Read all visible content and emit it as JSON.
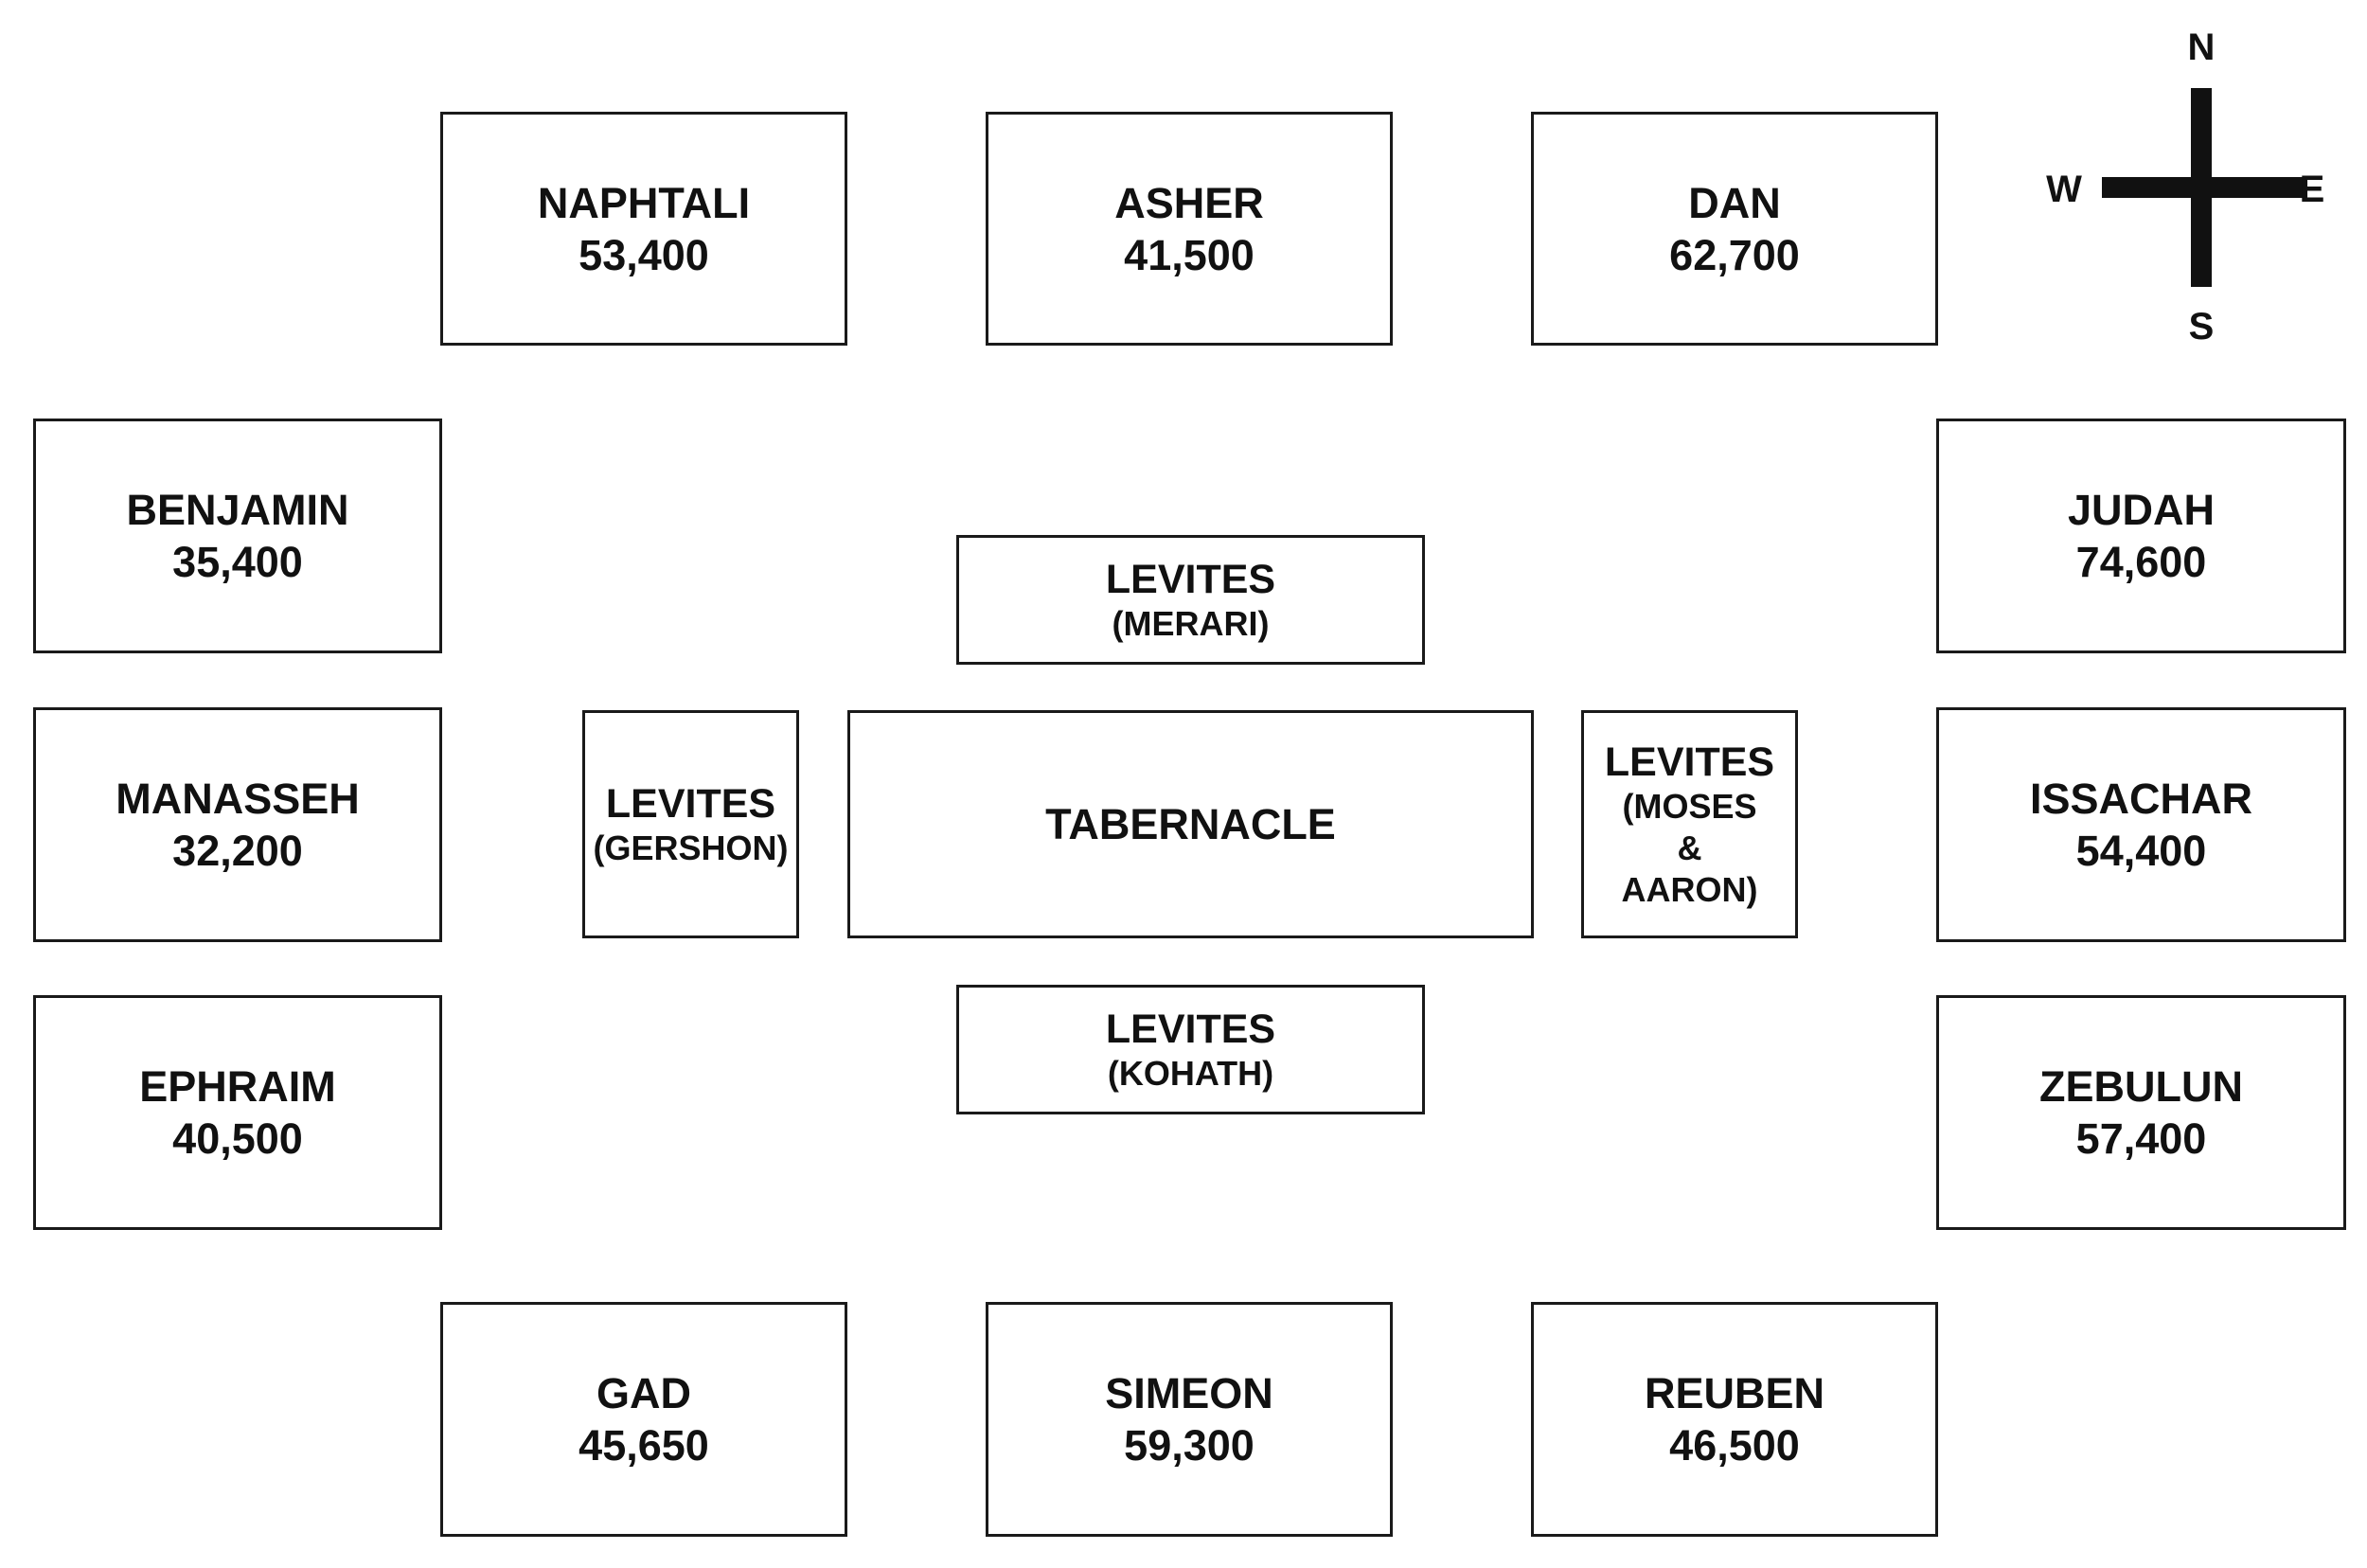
{
  "tribes": {
    "naphtali": {
      "name": "NAPHTALI",
      "count": "53,400"
    },
    "asher": {
      "name": "ASHER",
      "count": "41,500"
    },
    "dan": {
      "name": "DAN",
      "count": "62,700"
    },
    "benjamin": {
      "name": "BENJAMIN",
      "count": "35,400"
    },
    "manasseh": {
      "name": "MANASSEH",
      "count": "32,200"
    },
    "ephraim": {
      "name": "EPHRAIM",
      "count": "40,500"
    },
    "judah": {
      "name": "JUDAH",
      "count": "74,600"
    },
    "issachar": {
      "name": "ISSACHAR",
      "count": "54,400"
    },
    "zebulun": {
      "name": "ZEBULUN",
      "count": "57,400"
    },
    "gad": {
      "name": "GAD",
      "count": "45,650"
    },
    "simeon": {
      "name": "SIMEON",
      "count": "59,300"
    },
    "reuben": {
      "name": "REUBEN",
      "count": "46,500"
    }
  },
  "levites": {
    "merari": {
      "name": "LEVITES",
      "sub": "(MERARI)"
    },
    "gershon": {
      "name": "LEVITES",
      "sub": "(GERSHON)"
    },
    "kohath": {
      "name": "LEVITES",
      "sub": "(KOHATH)"
    },
    "moses_aaron": {
      "name": "LEVITES",
      "sub_lines": [
        "(MOSES",
        "&",
        "AARON)"
      ]
    }
  },
  "tabernacle": {
    "name": "TABERNACLE"
  },
  "compass": {
    "n": "N",
    "s": "S",
    "e": "E",
    "w": "W"
  }
}
